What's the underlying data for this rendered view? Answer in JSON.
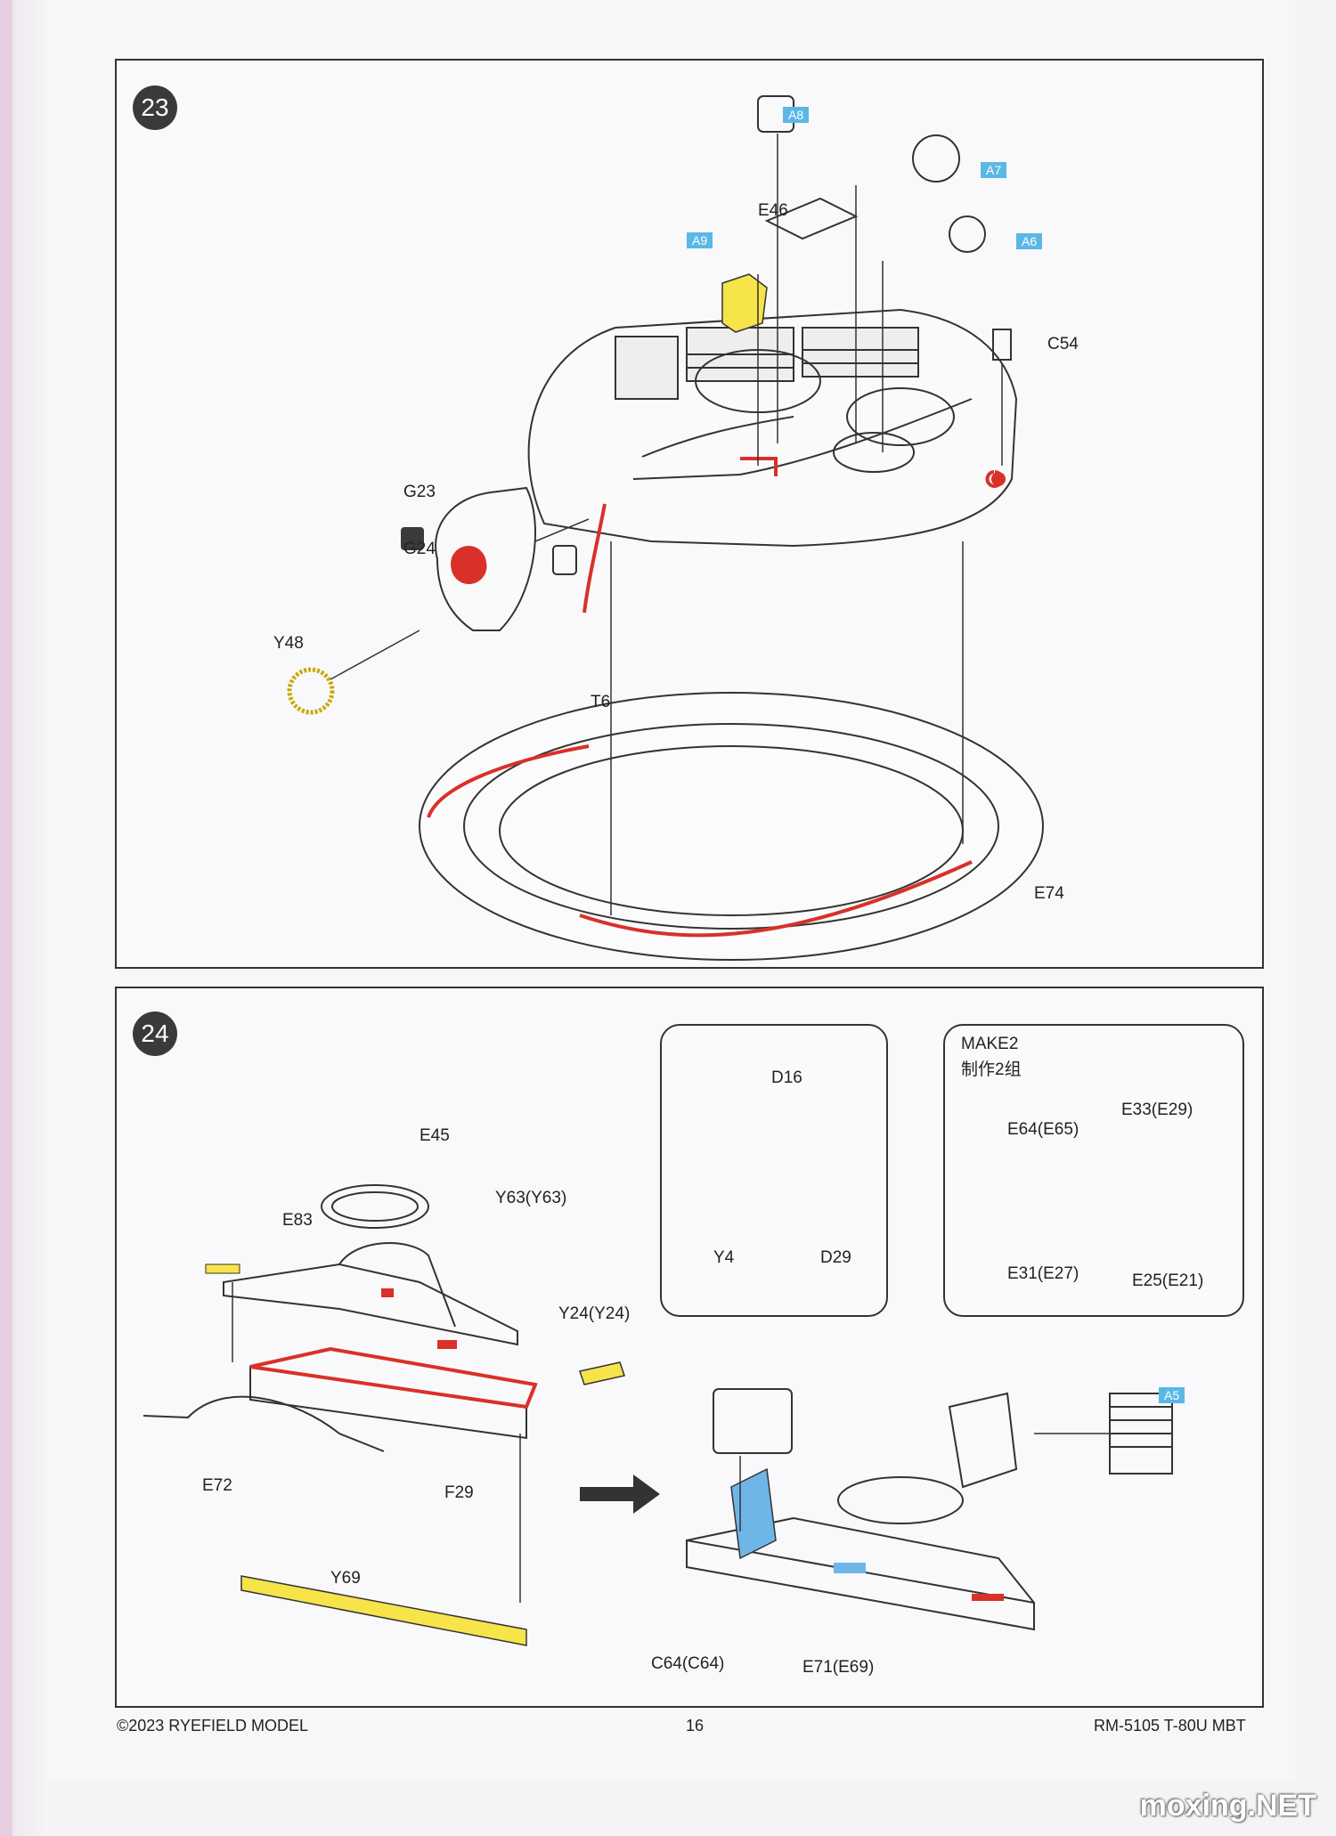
{
  "steps": {
    "s23": {
      "number": "23",
      "labels": {
        "a8": "A8",
        "a7": "A7",
        "a6": "A6",
        "a9": "A9",
        "e46": "E46",
        "c54": "C54",
        "g23": "G23",
        "g24": "G24",
        "y48": "Y48",
        "t6": "T6",
        "e74": "E74"
      }
    },
    "s24": {
      "number": "24",
      "labels": {
        "e45": "E45",
        "e83": "E83",
        "y63": "Y63(Y63)",
        "y24": "Y24(Y24)",
        "e72": "E72",
        "f29": "F29",
        "y69": "Y69",
        "d16": "D16",
        "y4": "Y4",
        "d29": "D29",
        "make2": "MAKE2",
        "make2_cn": "制作2组",
        "e33": "E33(E29)",
        "e64": "E64(E65)",
        "e31": "E31(E27)",
        "e25": "E25(E21)",
        "a5": "A5",
        "c64": "C64(C64)",
        "e71": "E71(E69)"
      }
    }
  },
  "footer": {
    "copyright": "©2023 RYEFIELD MODEL",
    "page": "16",
    "product": "RM-5105 T-80U MBT"
  },
  "watermark": "moxing.NET",
  "colors": {
    "tag_blue": "#5bb7e6",
    "glue_red": "#d9302a",
    "pe_yellow": "#f7e34a",
    "part_blue": "#6fb6e8"
  }
}
